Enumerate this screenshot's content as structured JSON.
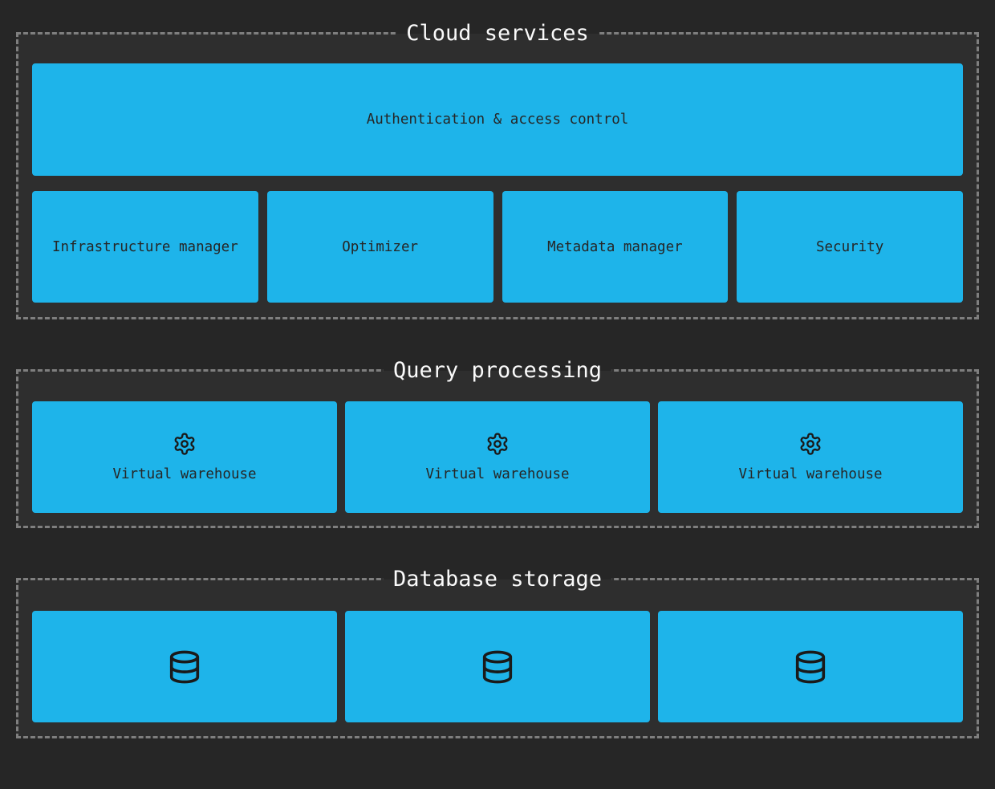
{
  "colors": {
    "page_bg": "#262626",
    "section_bg": "#2e2e2e",
    "box_fill": "#1eb4ea",
    "dashed_border": "#7f7f7f",
    "section_title_text": "#fafafa",
    "box_text": "#262626",
    "icon_stroke": "#1a1a1a"
  },
  "sections": {
    "cloud": {
      "title": "Cloud services",
      "auth_box_label": "Authentication & access control",
      "service_boxes": [
        "Infrastructure manager",
        "Optimizer",
        "Metadata manager",
        "Security"
      ]
    },
    "query": {
      "title": "Query processing",
      "warehouse_boxes": [
        {
          "icon": "gear-icon",
          "label": "Virtual warehouse"
        },
        {
          "icon": "gear-icon",
          "label": "Virtual warehouse"
        },
        {
          "icon": "gear-icon",
          "label": "Virtual warehouse"
        }
      ]
    },
    "storage": {
      "title": "Database storage",
      "storage_boxes": [
        {
          "icon": "database-icon"
        },
        {
          "icon": "database-icon"
        },
        {
          "icon": "database-icon"
        }
      ]
    }
  }
}
